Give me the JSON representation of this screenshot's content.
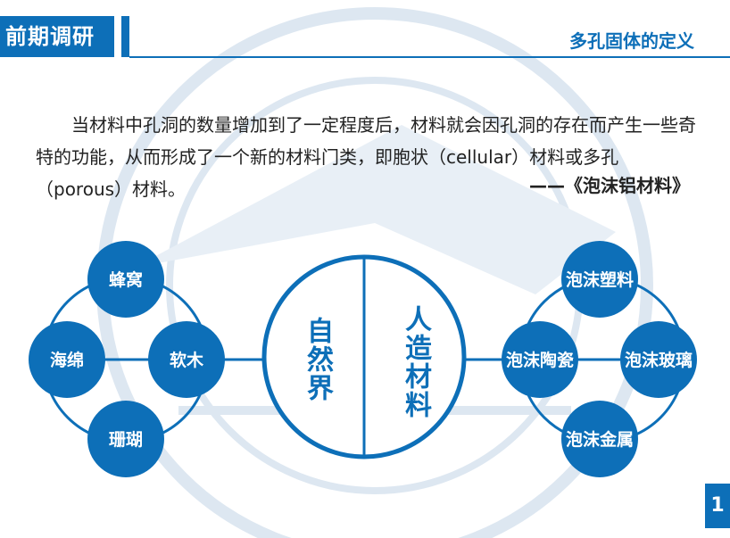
{
  "header": {
    "section_title": "前期调研",
    "subtitle": "多孔固体的定义"
  },
  "content": {
    "paragraph": "当材料中孔洞的数量增加到了一定程度后，材料就会因孔洞的存在而产生一些奇特的功能，从而形成了一个新的材料门类，即胞状（cellular）材料或多孔（porous）材料。",
    "citation": "——《泡沫铝材料》"
  },
  "diagram": {
    "natural": {
      "label": "自然界",
      "items": [
        "蜂窝",
        "海绵",
        "软木",
        "珊瑚"
      ]
    },
    "artificial": {
      "label": "人造材料",
      "items": [
        "泡沫塑料",
        "泡沫陶瓷",
        "泡沫玻璃",
        "泡沫金属"
      ]
    }
  },
  "colors": {
    "accent": "#0d6fb8",
    "watermark": "#dde7f1"
  },
  "page_number": "1"
}
